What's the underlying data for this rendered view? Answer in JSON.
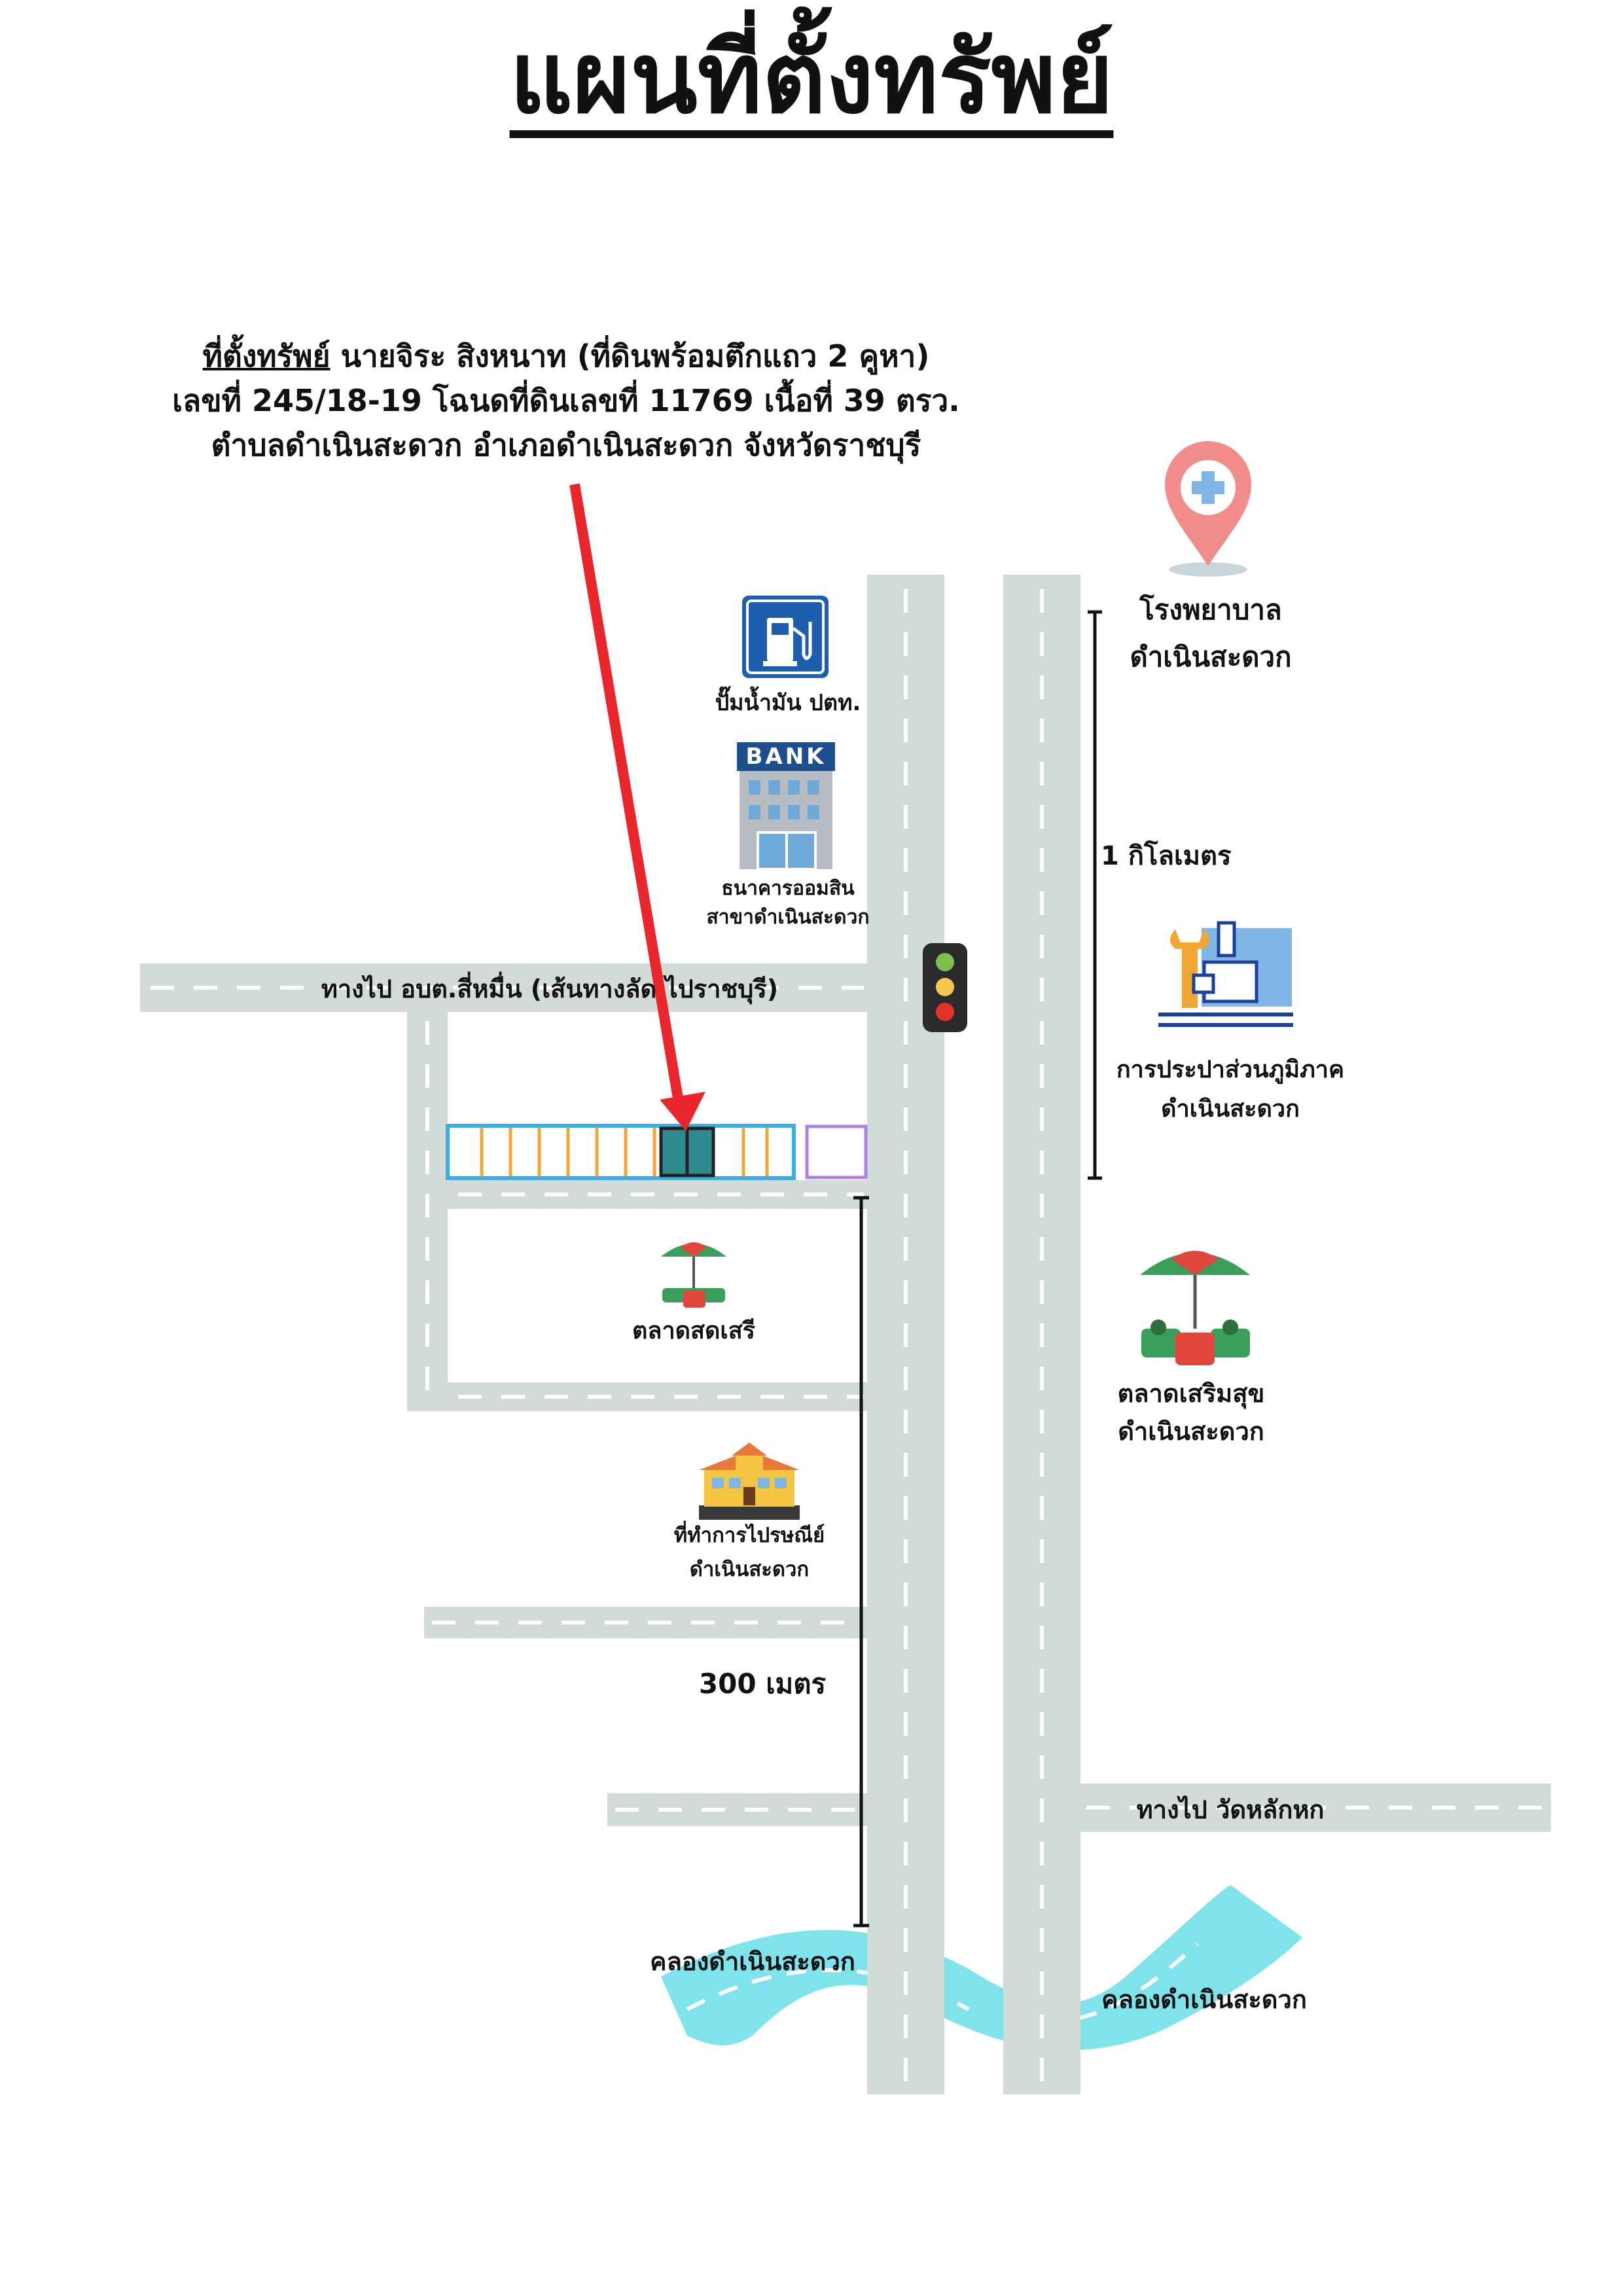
{
  "title": "แผนที่ตั้งทรัพย์",
  "address": {
    "label": "ที่ตั้งทรัพย์",
    "line1_rest": " นายจิระ  สิงหนาท (ที่ดินพร้อมตึกแถว 2 คูหา)",
    "line2": "เลขที่ 245/18-19 โฉนดที่ดินเลขที่ 11769 เนื้อที่  39 ตรว.",
    "line3": "ตำบลดำเนินสะดวก อำเภอดำเนินสะดวก จังหวัดราชบุรี"
  },
  "landmarks": {
    "gas_station": "ปั๊มน้ำมัน ปตท.",
    "bank_sign": "BANK",
    "bank_line1": "ธนาคารออมสิน",
    "bank_line2": "สาขาดำเนินสะดวก",
    "hospital_line1": "โรงพยาบาล",
    "hospital_line2": "ดำเนินสะดวก",
    "waterworks_line1": "การประปาส่วนภูมิภาค",
    "waterworks_line2": "ดำเนินสะดวก",
    "market_left": "ตลาดสดเสรี",
    "market_right_line1": "ตลาดเสริมสุข",
    "market_right_line2": "ดำเนินสะดวก",
    "post_office_line1": "ที่ทำการไปรษณีย์",
    "post_office_line2": "ดำเนินสะดวก"
  },
  "roads": {
    "top_left": "ทางไป อบต.สี่หมื่น (เส้นทางลัด  ไปราชบุรี)",
    "right": "ทางไป วัดหลักหก"
  },
  "canals": {
    "left": "คลองดำเนินสะดวก",
    "right": "คลองดำเนินสะดวก"
  },
  "distances": {
    "right": "1  กิโลเมตร",
    "left": "300 เมตร"
  },
  "icons": [
    "hospital-pin-icon",
    "gas-station-icon",
    "bank-building-icon",
    "traffic-light-icon",
    "waterworks-icon",
    "market-stall-icon",
    "post-office-icon"
  ],
  "colors": {
    "road": "#d3dbd6",
    "arrow": "#e8262c",
    "canal": "#7fe3ec",
    "building_outline": "#3aaee6",
    "building_lines": "#f2a733",
    "property": "#2d8b8f"
  }
}
